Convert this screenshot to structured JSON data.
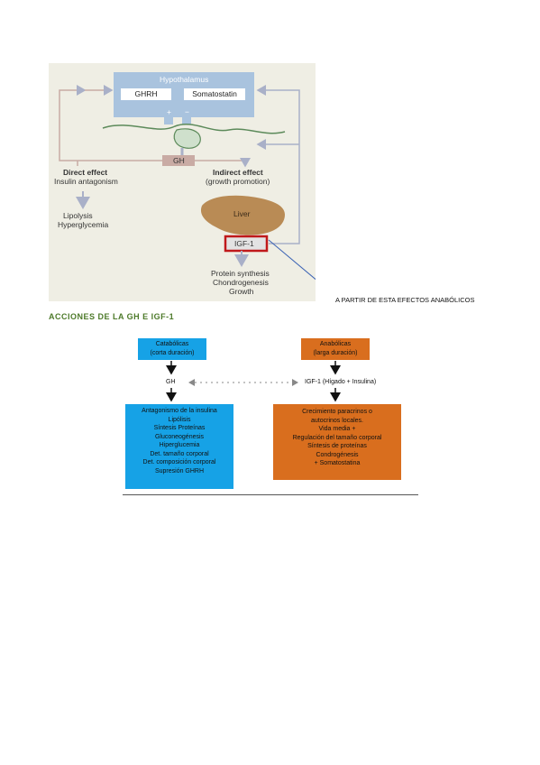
{
  "figure1": {
    "hypothalamus_label": "Hypothalamus",
    "ghrh_label": "GHRH",
    "somatostatin_label": "Somatostatin",
    "plus_sign": "+",
    "minus_sign": "−",
    "gh_label": "GH",
    "direct_effect_title": "Direct effect",
    "direct_effect_subtitle": "Insulin antagonism",
    "direct_results": [
      "Lipolysis",
      "Hyperglycemia"
    ],
    "indirect_effect_title": "Indirect effect",
    "indirect_effect_subtitle": "(growth promotion)",
    "liver_label": "Liver",
    "igf1_label": "IGF-1",
    "indirect_results": [
      "Protein synthesis",
      "Chondrogenesis",
      "Growth"
    ],
    "colors": {
      "background": "#efeee4",
      "hypothalamus": "#a9c3de",
      "liver": "#b98b55",
      "gh_box": "#c9aba4",
      "highlight_border": "#c0191b",
      "arrows": "#a9b0c8",
      "callout_line": "#3b63b4"
    }
  },
  "callout_text": "A PARTIR DE ESTA EFECTOS ANABÓLICOS",
  "section_heading": "ACCIONES DE LA GH E IGF-1",
  "figure2": {
    "catabolic_box": [
      "Catabólicas",
      "(corta duración)"
    ],
    "anabolic_box": [
      "Anabólicas",
      "(larga duración)"
    ],
    "gh_node": "GH",
    "igf1_node": "IGF-1 (Hígado + Insulina)",
    "gh_actions": [
      "Antagonismo de la insulina",
      "Lipólisis",
      "Síntesis Proteínas",
      "Gluconeogénesis",
      "Hiperglucemia",
      "Det. tamaño corporal",
      "Det. composición corporal",
      "Supresión GHRH"
    ],
    "igf1_actions": [
      "Crecimiento paracrinos o",
      "autocrinos locales.",
      "Vida media +",
      "Regulación del tamaño corporal",
      "Síntesis de proteínas",
      "Condrogénesis",
      "+ Somatostatina"
    ],
    "colors": {
      "catabolic": "#16a2e6",
      "anabolic": "#d96e1e"
    }
  }
}
